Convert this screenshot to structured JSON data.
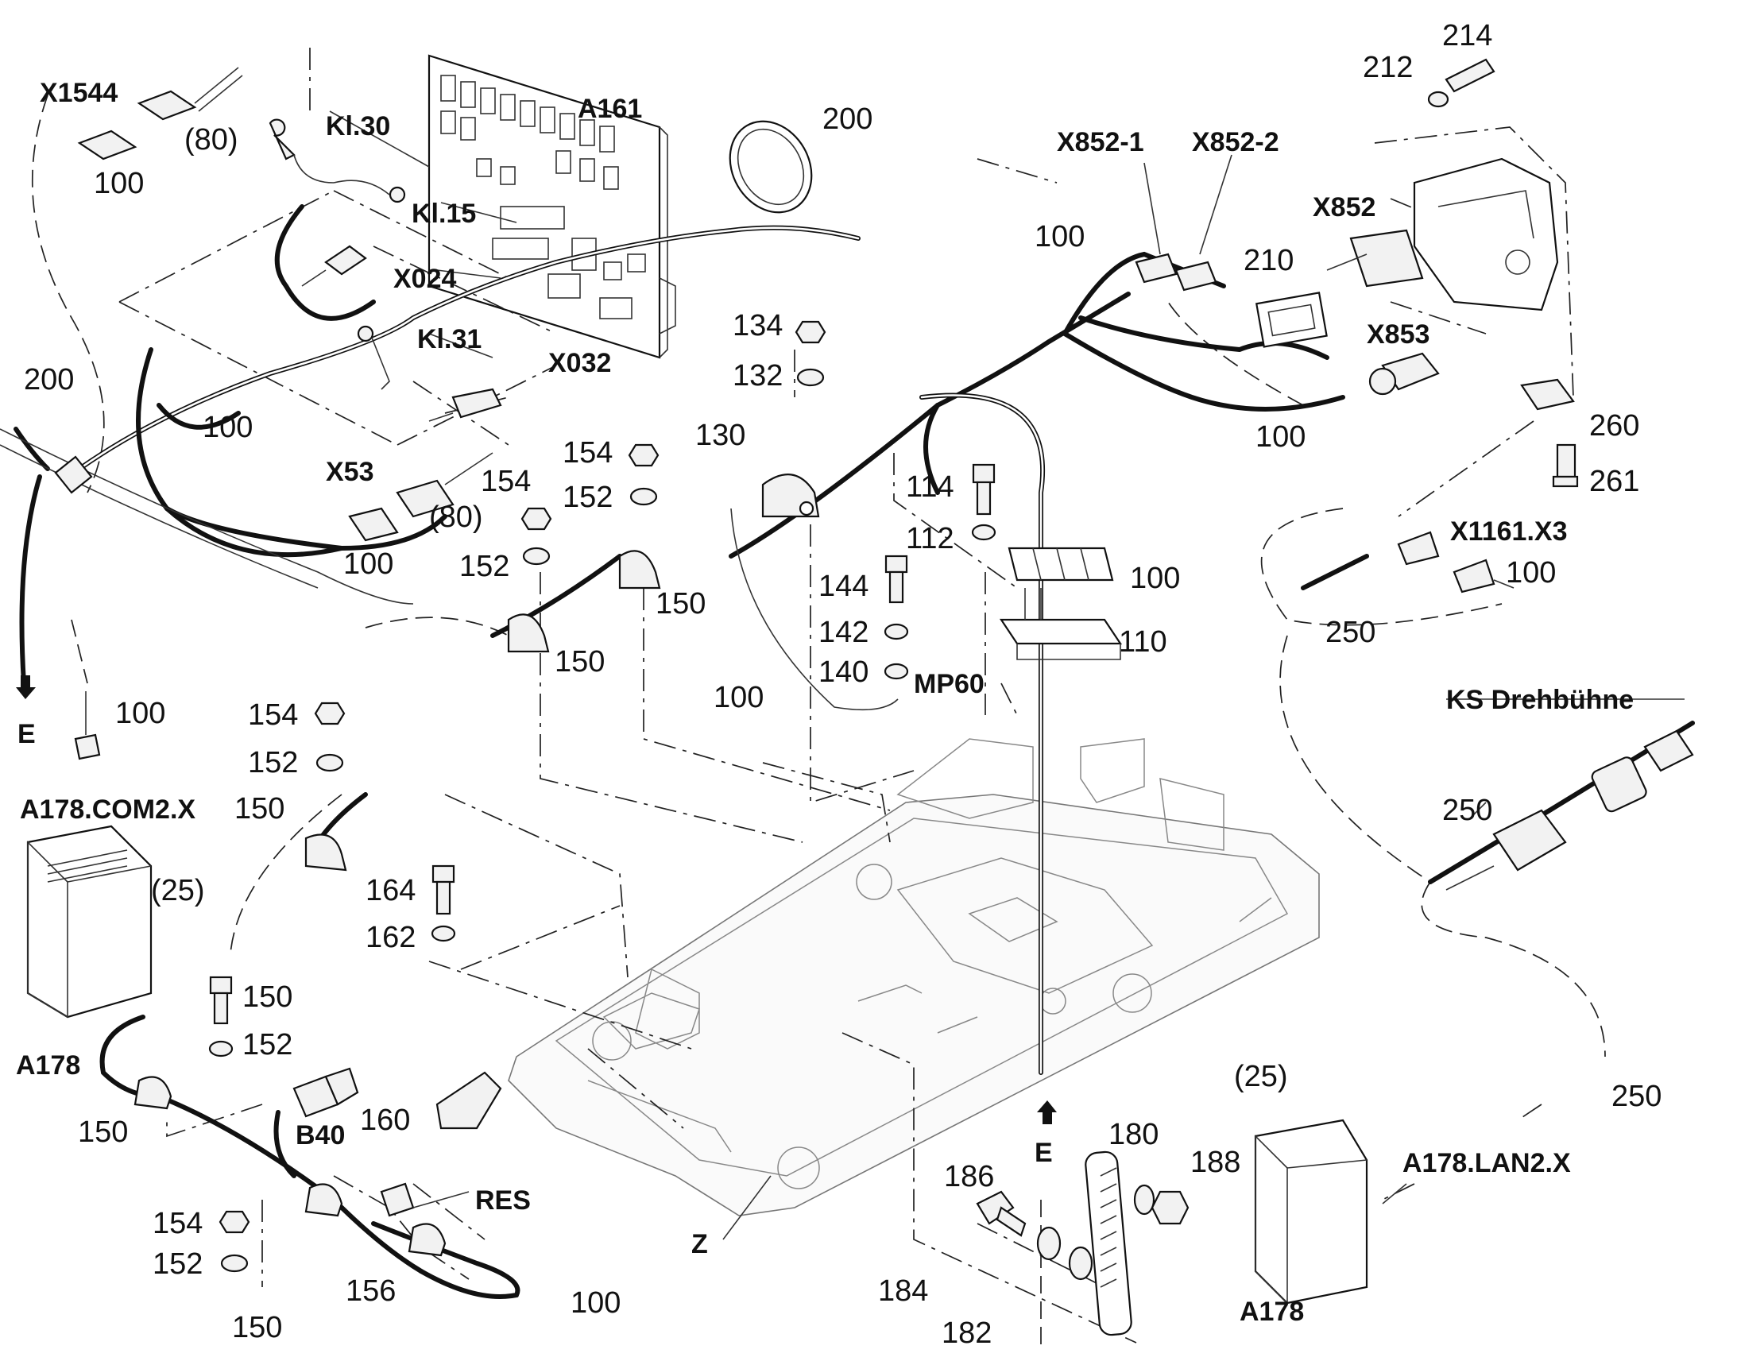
{
  "diagram": {
    "labels": {
      "x1544": "X1544",
      "a161": "A161",
      "kl30": "Kl.30",
      "kl15": "Kl.15",
      "x024": "X024",
      "kl31": "Kl.31",
      "x032": "X032",
      "x53": "X53",
      "x852_1": "X852-1",
      "x852_2": "X852-2",
      "x852": "X852",
      "x853": "X853",
      "x1161_x3": "X1161.X3",
      "mp60": "MP60",
      "ks_drehbuehne": "KS Drehbühne",
      "a178_com2_x": "A178.COM2.X",
      "a178_left": "A178",
      "a178_right": "A178",
      "a178_lan2_x": "A178.LAN2.X",
      "b40": "B40",
      "res": "RES",
      "z": "Z",
      "e_left": "E",
      "e_center": "E"
    },
    "numbers": {
      "n100_x1544": "100",
      "n80_x1544": "(80)",
      "n200_top": "200",
      "n200_left": "200",
      "n100_harness_left": "100",
      "n100_x53": "100",
      "n80_x53": "(80)",
      "n154_a": "154",
      "n152_a": "152",
      "n154_b": "154",
      "n152_b": "152",
      "n150_a": "150",
      "n150_b": "150",
      "n134": "134",
      "n132": "132",
      "n130": "130",
      "n114": "114",
      "n112": "112",
      "n144": "144",
      "n142": "142",
      "n140": "140",
      "n100_mp60": "100",
      "n100_strip": "100",
      "n110": "110",
      "n100_x852": "100",
      "n210": "210",
      "n212": "212",
      "n214": "214",
      "n260": "260",
      "n261": "261",
      "n100_x853": "100",
      "n100_x1161": "100",
      "n250_x1161": "250",
      "n250_ks": "250",
      "n100_com2": "100",
      "n154_c": "154",
      "n152_c": "152",
      "n150_c": "150",
      "n25_left": "(25)",
      "n164": "164",
      "n162": "162",
      "n150_d": "150",
      "n152_d": "152",
      "n150_e": "150",
      "n160": "160",
      "n154_d": "154",
      "n152_e": "152",
      "n150_f": "150",
      "n156": "156",
      "n100_res": "100",
      "n186": "186",
      "n180": "180",
      "n188": "188",
      "n184": "184",
      "n182": "182",
      "n25_right": "(25)",
      "n250_lan": "250"
    }
  }
}
